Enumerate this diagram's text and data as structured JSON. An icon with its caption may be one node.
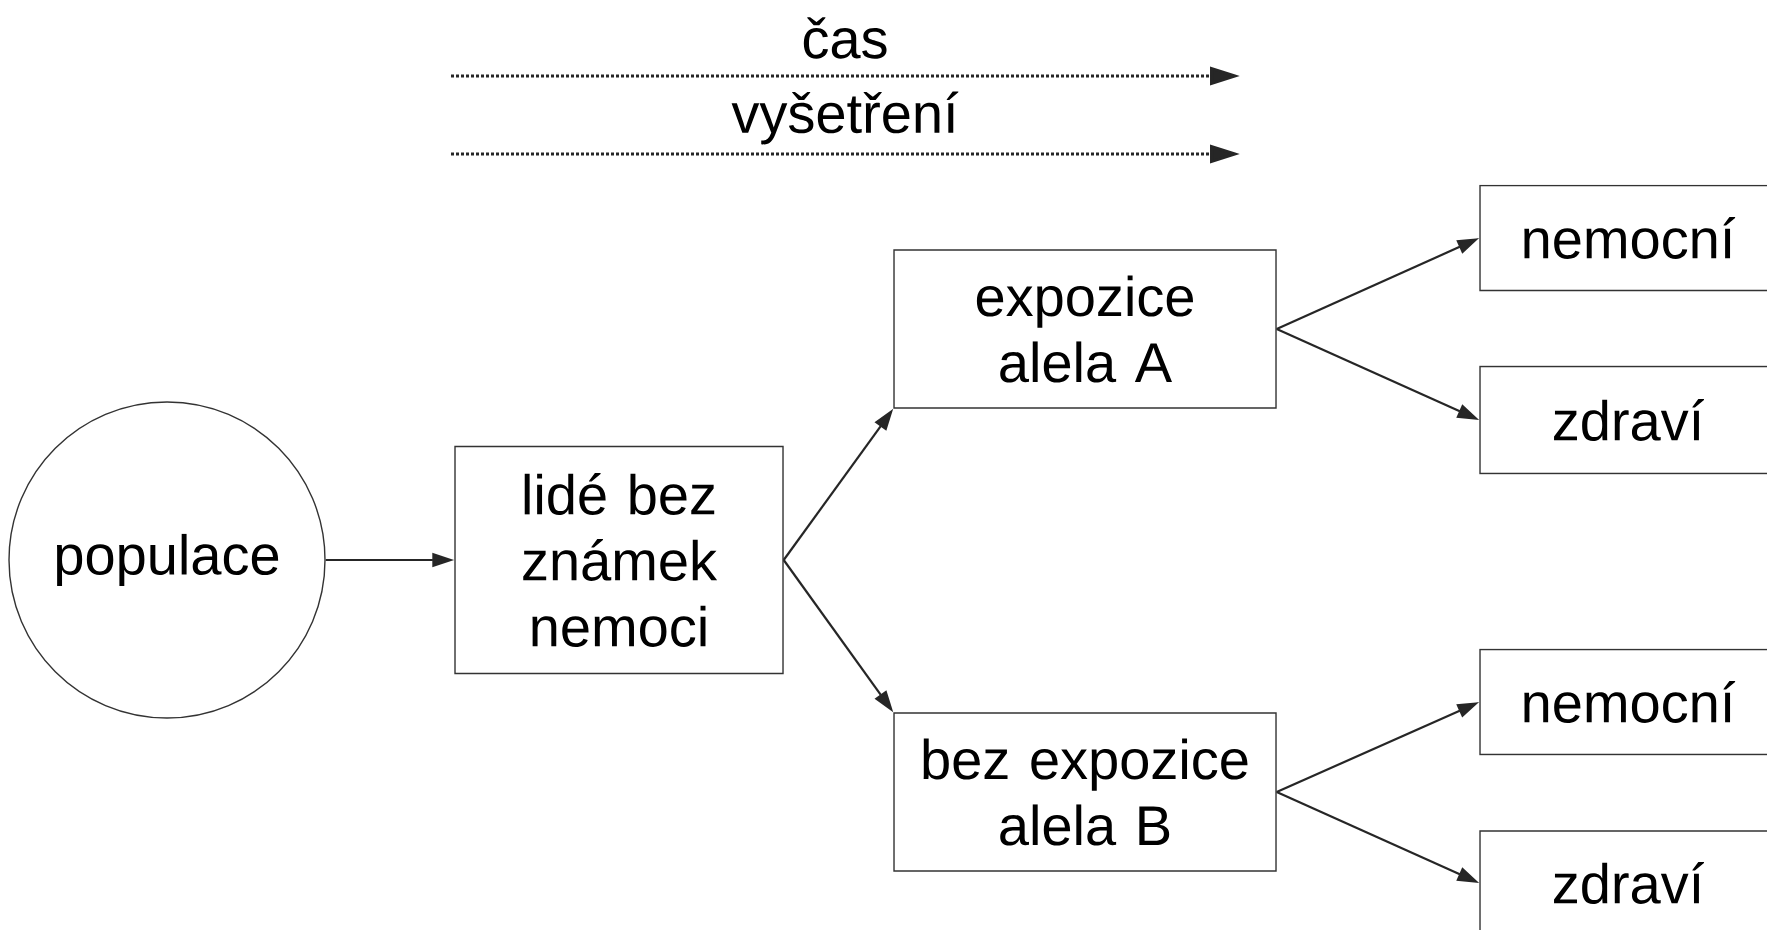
{
  "diagram": {
    "nodes": [
      {
        "text": [
          "populace"
        ]
      },
      {
        "text": [
          "lidé bez známek nemoci"
        ]
      },
      {
        "text": [
          "expozice alela A"
        ]
      },
      {
        "text": [
          "bez expozice alela B"
        ]
      },
      {
        "text": [
          "nemocní"
        ]
      },
      {
        "text": [
          "zdraví"
        ]
      },
      {
        "text": [
          "nemocní"
        ]
      },
      {
        "text": [
          "zdraví"
        ]
      }
    ],
    "edges": [
      {
        "from": 0,
        "to": 1,
        "arrow": "to"
      },
      {
        "from": 1,
        "to": 2,
        "arrow": "to"
      },
      {
        "from": 1,
        "to": 3,
        "arrow": "to"
      },
      {
        "from": 2,
        "to": 4,
        "arrow": "to"
      },
      {
        "from": 2,
        "to": 5,
        "arrow": "to"
      },
      {
        "from": 3,
        "to": 6,
        "arrow": "to"
      },
      {
        "from": 3,
        "to": 7,
        "arrow": "to"
      }
    ],
    "labels": [
      "čas",
      "vyšetření"
    ]
  }
}
